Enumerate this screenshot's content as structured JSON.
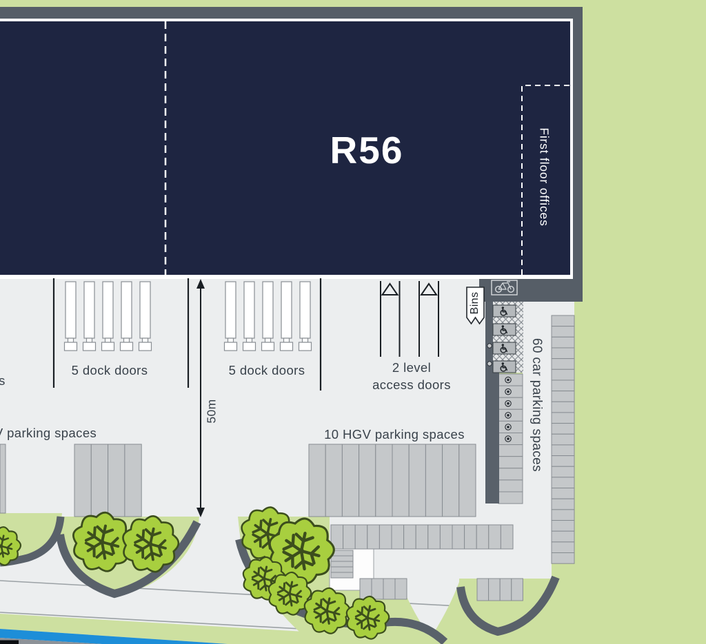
{
  "plan": {
    "building": {
      "unit_label": "R56",
      "offices_label": "First floor offices"
    },
    "labels": {
      "dock_doors_1": "5 dock doors",
      "dock_doors_2": "5 dock doors",
      "level_access_line1": "2 level",
      "level_access_line2": "access doors",
      "bins": "Bins",
      "dimension_50m": "50m",
      "hgv_left_partial": "V parking spaces",
      "hgv_right": "10 HGV parking spaces",
      "car_parking": "60 car parking spaces",
      "left_edge_partial": "s"
    },
    "features": {
      "dock_doors_per_bay": 5,
      "level_access_doors": 2,
      "accessible_bays": 4,
      "ev_charging_bays": 6,
      "left_column_bays": 11,
      "right_column_bays": 23,
      "hgv_bays_right": 10,
      "hgv_bays_mid": 4,
      "strip_bays": 15,
      "pocket_a_bays": 4,
      "pocket_b_bays": 4
    },
    "icons": [
      "bicycle-icon",
      "wheelchair-icon",
      "ev-charger-icon",
      "bins-tag",
      "level-access-triangle"
    ]
  },
  "colors": {
    "building": "#1e2541",
    "buildingBorder": "#ffffff",
    "band": "#565e67",
    "kerb": "#59616a",
    "pavement": "#eceeef",
    "bay": "#c5c8ca",
    "bayline": "#878c91",
    "green": "#cde0a0",
    "treeFill": "#a8cf3f",
    "treeStroke": "#3c4e1d",
    "roadline": "#9ba1a5",
    "cycleBlue": "#1d8ed8",
    "ink": "#39424b",
    "dark": "#1a1f24"
  }
}
